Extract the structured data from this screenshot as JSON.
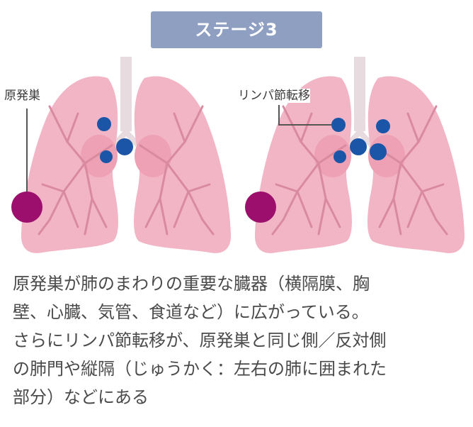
{
  "badge": {
    "label": "ステージ3"
  },
  "labels": {
    "primary_tumor": "原発巣",
    "lymph_metastasis": "リンパ節転移"
  },
  "description": {
    "lines": [
      "原発巣が肺のまわりの重要な臓器（横隔膜、胸",
      "壁、心臓、気管、食道など）に広がっている。",
      "さらにリンパ節転移が、原発巣と同じ側／反対側",
      "の肺門や縦隔（じゅうかく：左右の肺に囲まれた",
      "部分）などにある"
    ]
  },
  "colors": {
    "badge": "#8f9fc2",
    "lung_fill": "#f2b5c6",
    "lung_inner": "#eea0b4",
    "airway": "#d98aa0",
    "trachea": "#e7dbe0",
    "lymph_node": "#1a55a8",
    "tumor": "#9c0f6c"
  }
}
